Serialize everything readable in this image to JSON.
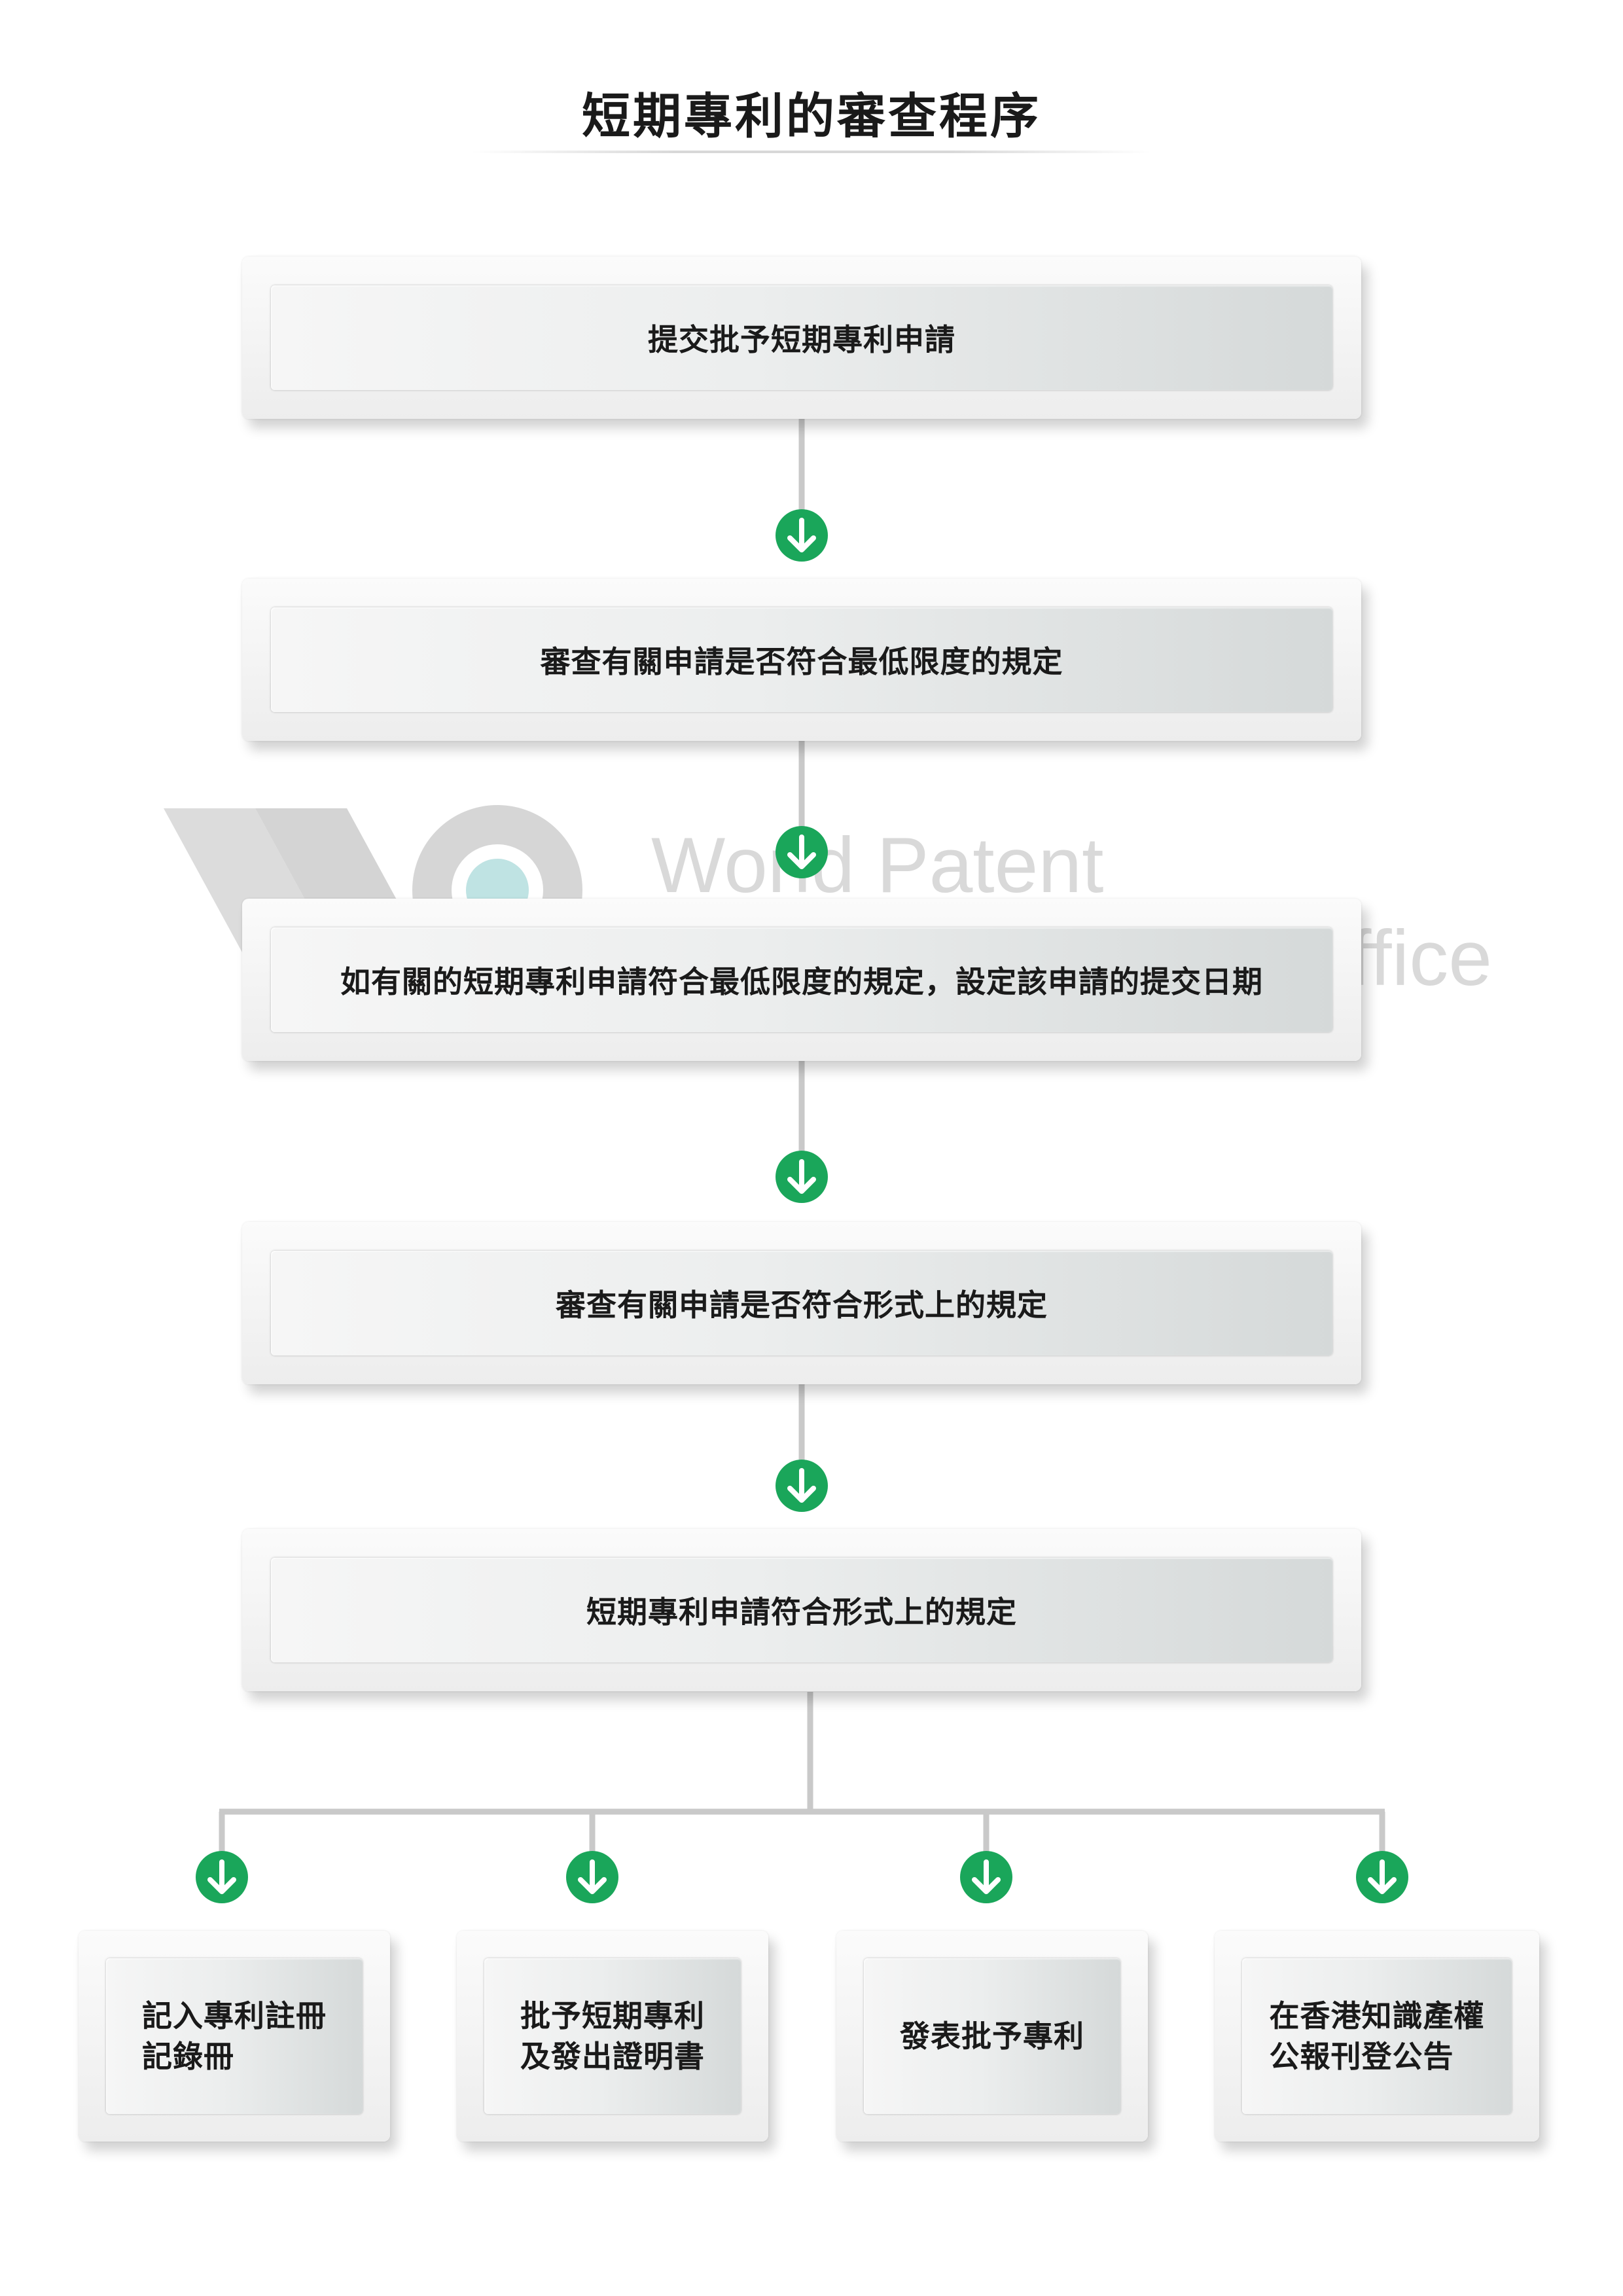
{
  "title": "短期專利的審查程序",
  "watermark": {
    "line1": "World Patent",
    "line2": "& Trademark Law Office"
  },
  "steps": [
    "提交批予短期專利申請",
    "審查有關申請是否符合最低限度的規定",
    "如有關的短期專利申請符合最低限度的規定，設定該申請的提交日期",
    "審查有關申請是否符合形式上的規定",
    "短期專利申請符合形式上的規定"
  ],
  "outcomes": [
    "記入專利註冊\n記錄冊",
    "批予短期專利\n及發出證明書",
    "發表批予專利",
    "在香港知識產權\n公報刊登公告"
  ],
  "colors": {
    "arrow": "#1aa65a",
    "connector": "#c9c9c9",
    "watermark": "#d9d9d9"
  }
}
